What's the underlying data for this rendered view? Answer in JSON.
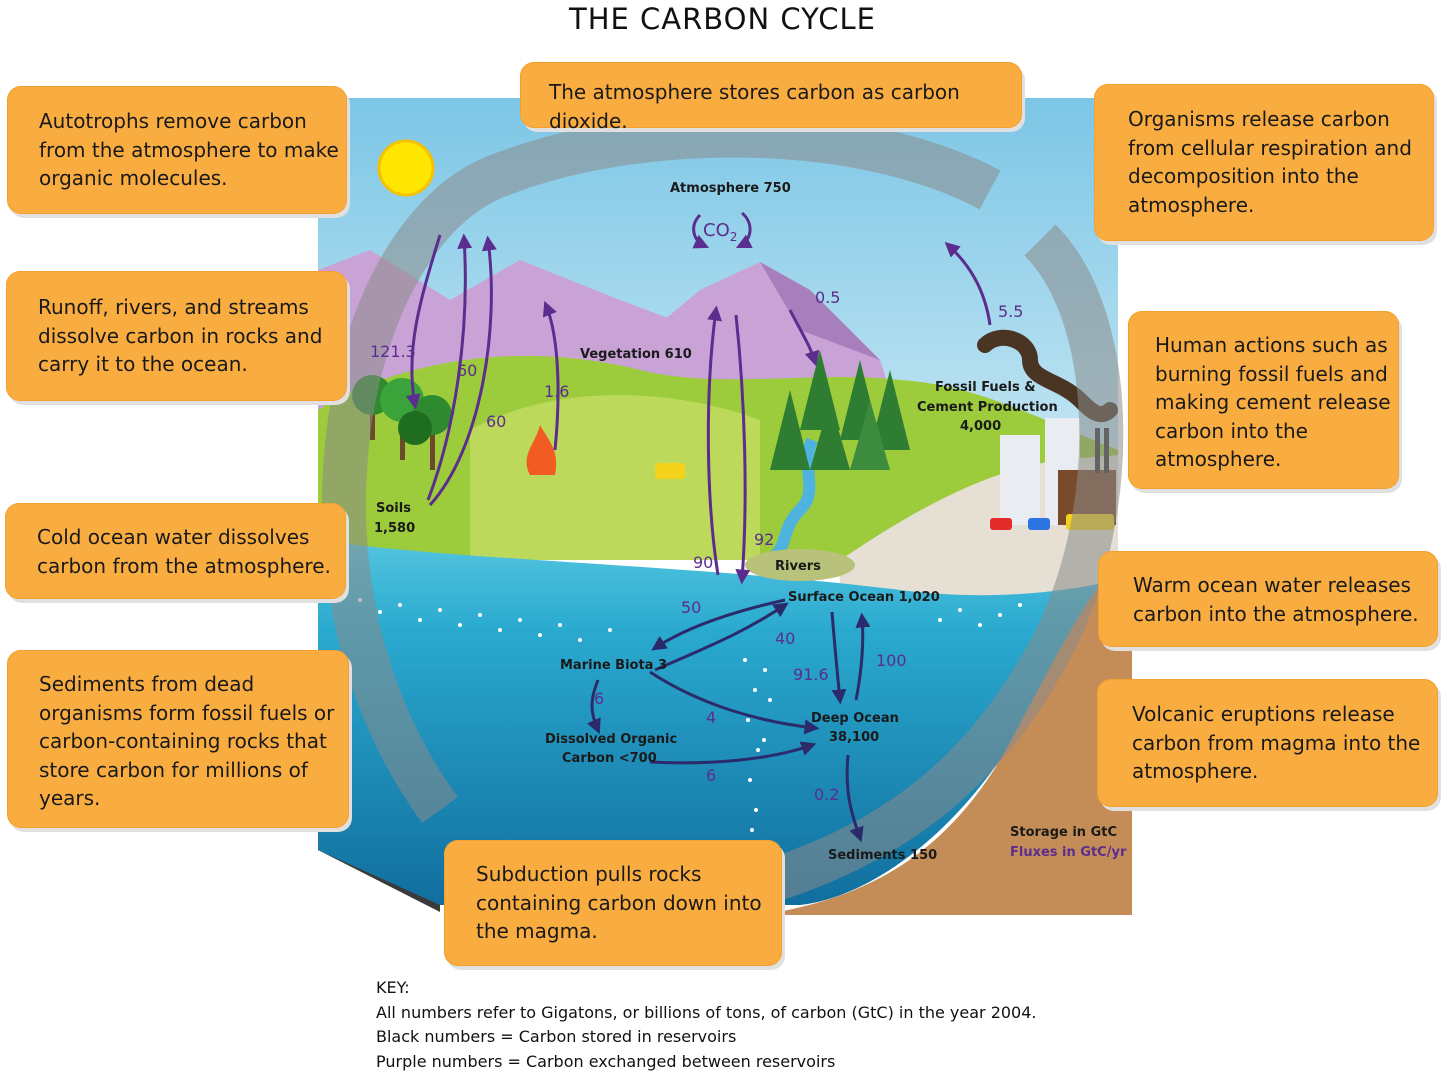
{
  "title": "THE CARBON CYCLE",
  "callouts": {
    "atmosphere": "The atmosphere stores carbon as carbon dioxide.",
    "autotrophs": [
      "Autotrophs remove carbon",
      "from the atmosphere to make",
      "organic molecules."
    ],
    "runoff": [
      "Runoff, rivers, and streams",
      "dissolve carbon in rocks and",
      "carry it to the ocean."
    ],
    "cold_ocean": [
      "Cold ocean water dissolves",
      "carbon from the atmosphere."
    ],
    "sediments": [
      "Sediments from dead",
      "organisms form fossil fuels or",
      "carbon-containing rocks that",
      "store carbon for millions of",
      "years."
    ],
    "respiration": [
      "Organisms release carbon",
      "from cellular respiration and",
      "decomposition into the",
      "atmosphere."
    ],
    "human": [
      "Human actions such as",
      "burning fossil fuels and",
      "making cement release",
      "carbon into the",
      "atmosphere."
    ],
    "warm_ocean": [
      "Warm ocean water releases",
      "carbon into the atmosphere."
    ],
    "volcanic": [
      "Volcanic eruptions release",
      "carbon from magma into the",
      "atmosphere."
    ],
    "subduction": [
      "Subduction pulls rocks",
      "containing carbon down into",
      "the magma."
    ]
  },
  "reservoirs": {
    "atmosphere": "Atmosphere 750",
    "co2": "CO",
    "co2_sub": "2",
    "vegetation": "Vegetation 610",
    "soils": [
      "Soils",
      "1,580"
    ],
    "fossil": [
      "Fossil Fuels &",
      "Cement Production",
      "4,000"
    ],
    "rivers": "Rivers",
    "surface_ocean": "Surface Ocean 1,020",
    "marine_biota": "Marine Biota 3",
    "dissolved": [
      "Dissolved Organic",
      "Carbon <700"
    ],
    "deep_ocean": [
      "Deep Ocean",
      "38,100"
    ],
    "sediments": "Sediments 150",
    "storage_legend": "Storage in GtC",
    "flux_legend": "Fluxes in GtC/yr"
  },
  "fluxes": {
    "f121": "121.3",
    "f60a": "60",
    "f60b": "60",
    "f16": "1.6",
    "f05": "0.5",
    "f55": "5.5",
    "f90": "90",
    "f92": "92",
    "f50": "50",
    "f40": "40",
    "f916": "91.6",
    "f100": "100",
    "f6a": "6",
    "f4": "4",
    "f6b": "6",
    "f02": "0.2"
  },
  "key": {
    "heading": "KEY:",
    "line1": "All numbers refer to Gigatons, or billions of tons, of carbon (GtC) in the year 2004.",
    "line2": "Black numbers = Carbon stored in reservoirs",
    "line3": "Purple numbers = Carbon exchanged between reservoirs"
  },
  "colors": {
    "callout": "#f9ad41",
    "flux_text": "#5b2d8e",
    "arrow_purple": "#5b2d8e",
    "arrow_navy": "#2b2a6b",
    "sky": "#9fd7ec",
    "ocean": "#1f9fc7"
  }
}
